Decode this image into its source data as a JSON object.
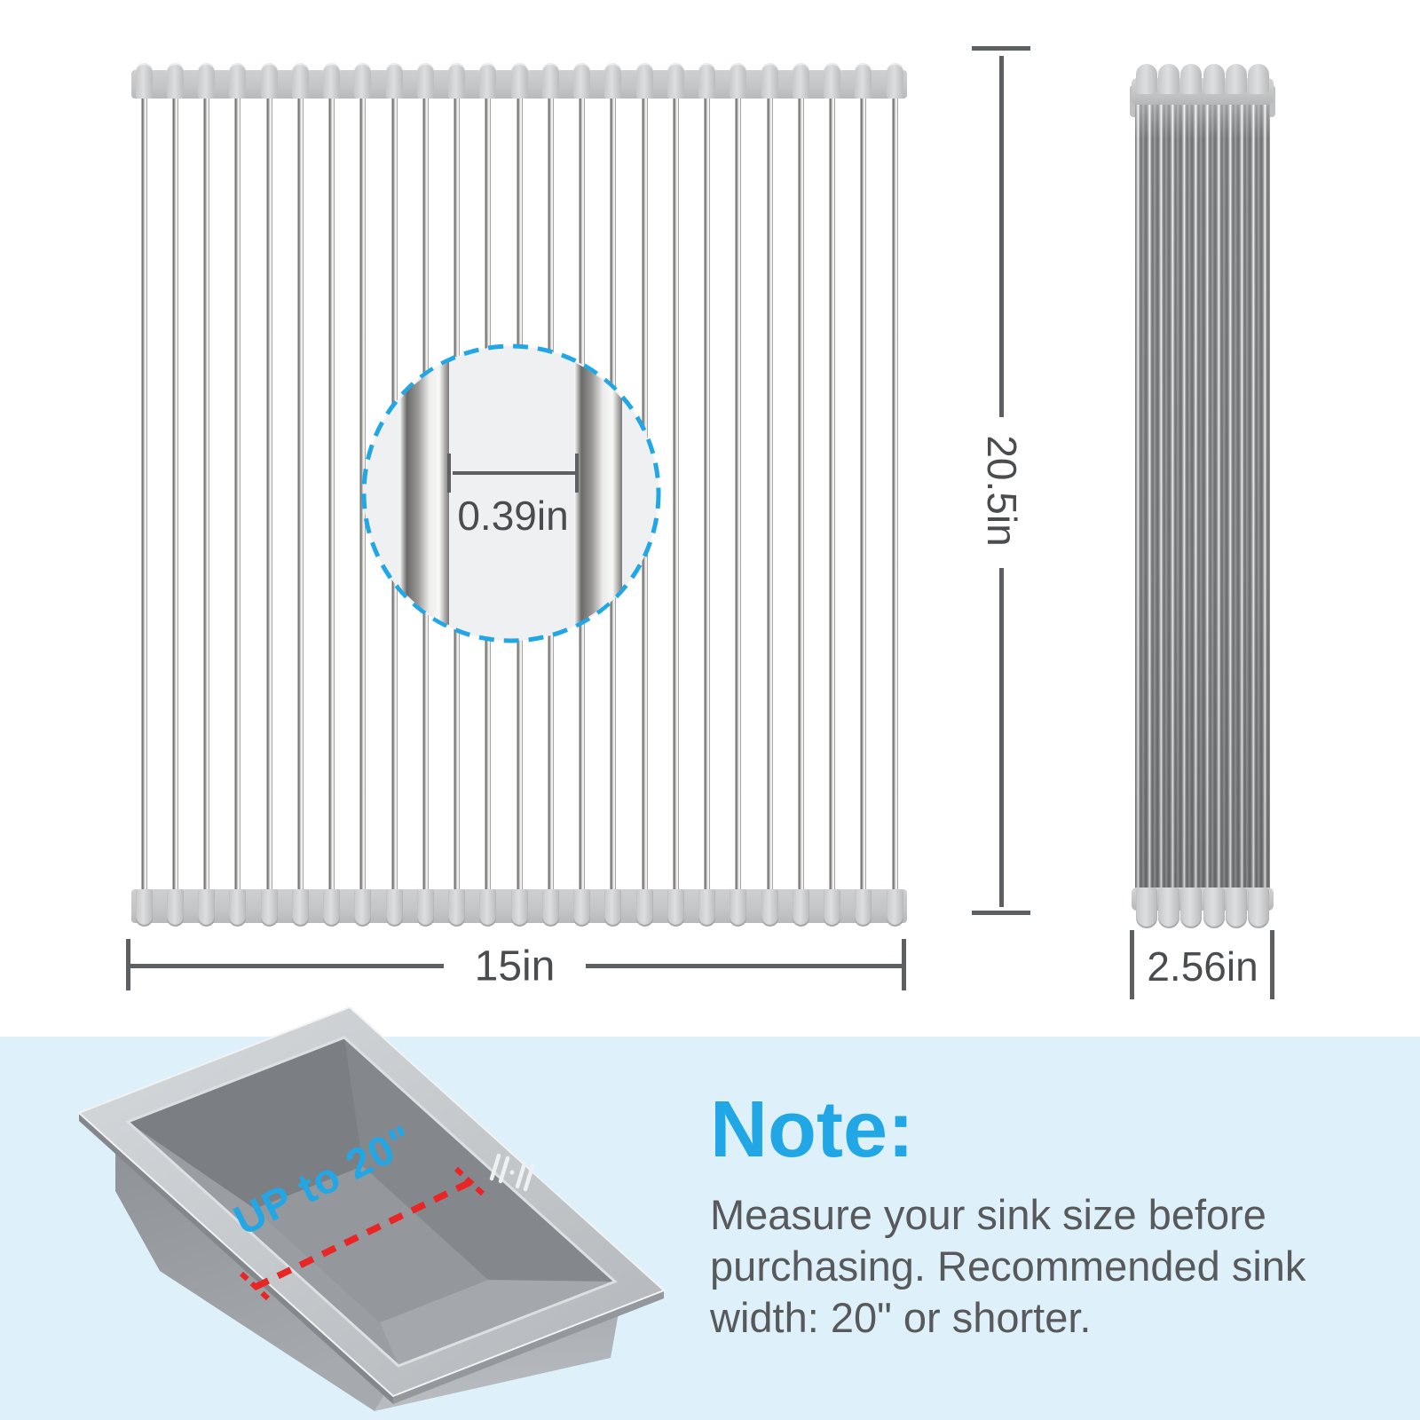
{
  "colors": {
    "accent": "#22a7e6",
    "red": "#e92525",
    "note_bg": "#def1fb",
    "dim_line": "#5d6063",
    "dim_text": "#4a4d50",
    "body_text": "#58595b"
  },
  "front_view": {
    "rod_count": 25,
    "height_label": "20.5in",
    "width_label": "15in",
    "detail_callout": {
      "gap_label": "0.39in"
    }
  },
  "side_view": {
    "depth_label": "2.56in",
    "cap_bump_count": 6
  },
  "sink": {
    "annotation": "UP to 20\""
  },
  "note": {
    "title": "Note:",
    "body": "Measure your sink size before purchasing. Recommended sink width: 20\" or shorter."
  }
}
